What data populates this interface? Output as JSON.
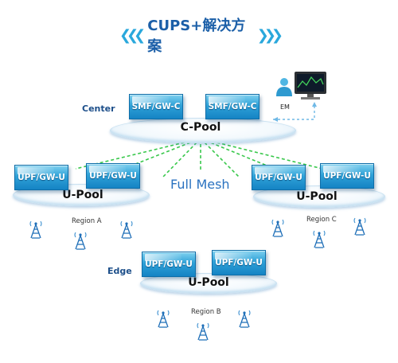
{
  "title": {
    "text": "CUPS+解决方案"
  },
  "center": {
    "side_label": "Center",
    "boxes": [
      "SMF/GW-C",
      "SMF/GW-C"
    ],
    "pool_label": "C-Pool",
    "em_label": "EM"
  },
  "mesh_label": "Full Mesh",
  "left_pool": {
    "boxes": [
      "UPF/GW-U",
      "UPF/GW-U"
    ],
    "pool_label": "U-Pool",
    "region": "Region A"
  },
  "right_pool": {
    "boxes": [
      "UPF/GW-U",
      "UPF/GW-U"
    ],
    "pool_label": "U-Pool",
    "region": "Region C"
  },
  "edge_pool": {
    "side_label": "Edge",
    "boxes": [
      "UPF/GW-U",
      "UPF/GW-U"
    ],
    "pool_label": "U-Pool",
    "region": "Region B"
  },
  "colors": {
    "box": "#1583c4",
    "mesh_line": "#39c84c",
    "em_line": "#6fb9e6",
    "title": "#1b5fa8"
  },
  "icons": [
    "chevron-left-icon",
    "chevron-right-icon",
    "antenna-tower-icon",
    "user-icon",
    "monitor-icon"
  ]
}
